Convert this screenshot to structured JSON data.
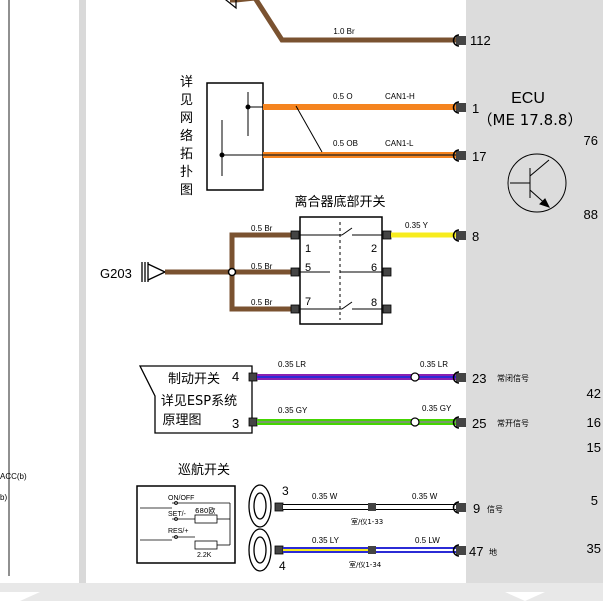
{
  "ecu": {
    "name": "ECU",
    "model": "（ME 17.8.8）",
    "side_numbers": [
      "76",
      "88",
      "42",
      "16",
      "15",
      "5",
      "35"
    ]
  },
  "top_wire": {
    "label": "1.0 Br",
    "pin": "112"
  },
  "network_ref": {
    "chars": [
      "详",
      "见",
      "网",
      "络",
      "拓",
      "扑",
      "图"
    ]
  },
  "can_wires": [
    {
      "size": "0.5 O",
      "signal": "CAN1-H",
      "pin": "1"
    },
    {
      "size": "0.5 OB",
      "signal": "CAN1-L",
      "pin": "17"
    }
  ],
  "clutch_switch": {
    "title": "离合器底部开关",
    "left_pins": [
      "1",
      "5",
      "7"
    ],
    "right_pins": [
      "2",
      "6",
      "8"
    ],
    "left_wires": [
      "0.5 Br",
      "0.5 Br",
      "0.5 Br"
    ],
    "out_wire": {
      "label": "0.35 Y",
      "pin": "8"
    },
    "ground": "G203"
  },
  "brake_switch": {
    "line1": "制动开关",
    "line2": "详见ESP系统",
    "line3": "原理图",
    "pin_top": "4",
    "pin_bottom": "3",
    "wire1": {
      "left": "0.35 LR",
      "right": "0.35 LR",
      "pin": "23",
      "desc": "常闭信号"
    },
    "wire2": {
      "left": "0.35 GY",
      "right": "0.35 GY",
      "pin": "25",
      "desc": "常开信号"
    }
  },
  "cruise_switch": {
    "title": "巡航开关",
    "labels": [
      "ON/OFF",
      "SET/-",
      "RES/+"
    ],
    "resistors": [
      "680欧",
      "2.2K"
    ],
    "pin_top": "3",
    "pin_bottom": "4",
    "wire1": {
      "left": "0.35 W",
      "right": "0.35 W",
      "pin": "9",
      "desc": "信号",
      "ref": "室/仪1-33"
    },
    "wire2": {
      "left": "0.35 LY",
      "right": "0.5 LW",
      "pin": "47",
      "desc": "地",
      "ref": "室/仪1-34"
    }
  },
  "left_margin": {
    "line1": "ACC(b)",
    "line2": "b)"
  },
  "colors": {
    "brown": "#7a5230",
    "orange": "#f5841f",
    "yellow": "#f7ec1e",
    "blue": "#2b2bd6",
    "purple": "#8a1fb0",
    "green": "#44d400",
    "white_wire": "#ffffff",
    "light_blue": "#5aa0ff",
    "ecu_panel": "#dcdcdc",
    "margin_gray": "#d8d8d8"
  }
}
